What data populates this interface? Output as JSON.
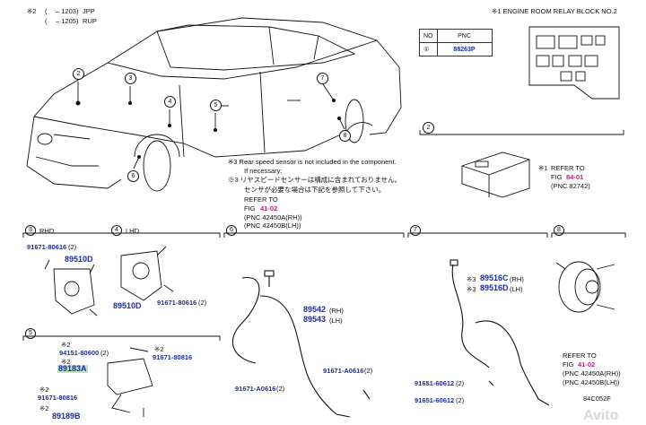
{
  "legend": {
    "mark": "※2",
    "line1_paren": "(",
    "line1_range": "– 1203)",
    "line1_code": "JPP",
    "line2_paren": "(",
    "line2_range": "– 1205)",
    "line2_code": "RUP"
  },
  "relay_block": {
    "title": "※1  ENGINE ROOM RELAY BLOCK NO.2",
    "col_no": "NO",
    "col_pnc": "PNC",
    "row_no": "①",
    "row_pnc": "88263P"
  },
  "car_callouts": [
    "2",
    "3",
    "4",
    "5",
    "6",
    "7",
    "8"
  ],
  "notes": {
    "en_line1": "※3 Rear speed sensor is not included in the component.",
    "en_line2": "If necessary:",
    "jp_line1": "※3 リヤスピードセンサーは構成に含まれておりません。",
    "jp_line2": "センサが必要な場合は下記を参照して下さい。",
    "refer": "REFER TO",
    "fig_label": "FIG",
    "fig": "41-02",
    "pnc1": "(PNC 42450A(RH))",
    "pnc2": "(PNC 42450B(LH))"
  },
  "section2": {
    "num": "2",
    "mark": "※1",
    "refer": "REFER TO",
    "fig_label": "FIG",
    "fig": "84-01",
    "pnc": "(PNC 82742)"
  },
  "section3": {
    "num": "3",
    "title": "RHD",
    "screw": "91671-80616",
    "screw_qty": "(2)",
    "part": "89510D"
  },
  "section4": {
    "num": "4",
    "title": "LHD",
    "part": "89510D",
    "screw": "91671-80616",
    "screw_qty": "(2)"
  },
  "section5": {
    "num": "5",
    "mark": "※2",
    "bolt1": "94151-80600",
    "bolt1_qty": "(2)",
    "part": "89183A",
    "screw_right": "91671-80816",
    "screw_left": "91671-80816",
    "part2": "89189B"
  },
  "section6": {
    "num": "6",
    "part_rh": "89542",
    "rh": "(RH)",
    "part_lh": "89543",
    "lh": "(LH)",
    "screw_left": "91671-A0616",
    "screw_left_qty": "(2)",
    "screw_right": "91671-A0616",
    "screw_right_qty": "(2)"
  },
  "section7": {
    "num": "7",
    "mark": "※3",
    "part_rh": "89516C",
    "rh": "(RH)",
    "part_lh": "89516D",
    "lh": "(LH)",
    "screw1": "91651-60612",
    "screw1_qty": "(2)",
    "screw2": "91651-60612",
    "screw2_qty": "(2)"
  },
  "section8": {
    "num": "8",
    "refer": "REFER TO",
    "fig_label": "FIG",
    "fig": "41-02",
    "pnc1": "(PNC 42450A(RH))",
    "pnc2": "(PNC 42450B(LH))"
  },
  "diagram_code": "84C052F",
  "watermark": "Avito",
  "colors": {
    "part_number": "#1b2fa0",
    "figure_ref": "#b0267a",
    "highlight": "#bfe6bf"
  }
}
